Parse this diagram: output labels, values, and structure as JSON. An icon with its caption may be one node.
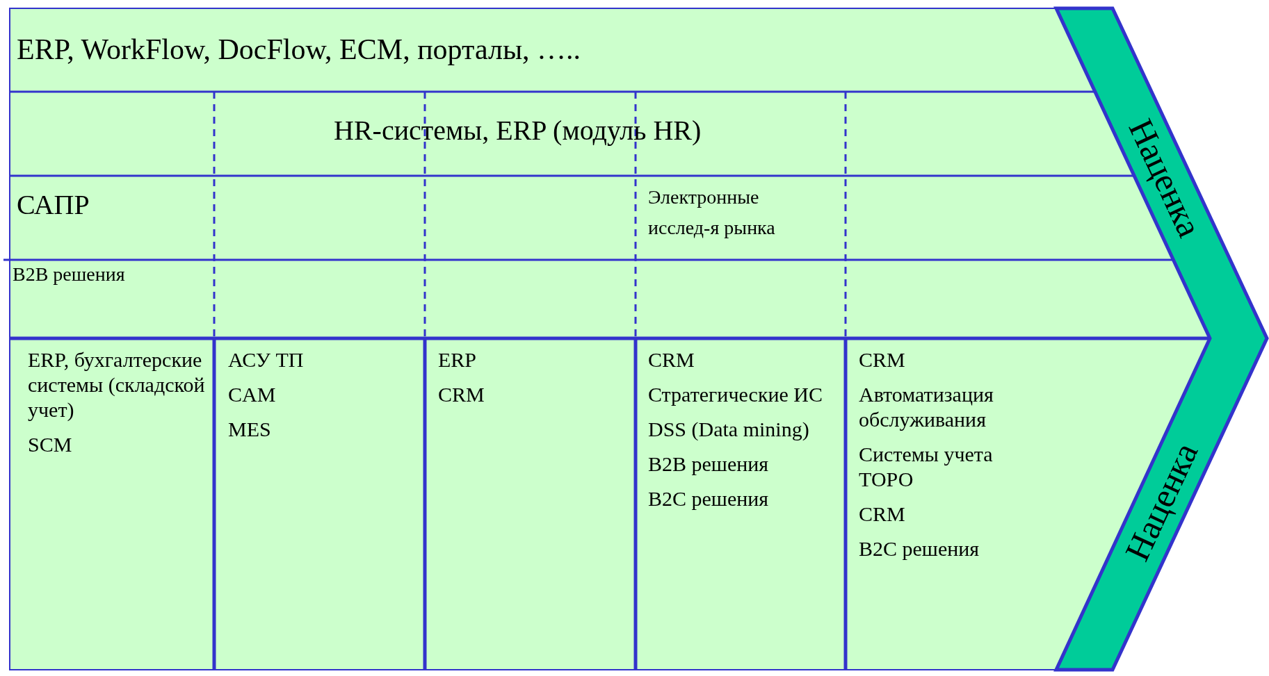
{
  "diagram": {
    "nodes": [
      {
        "text": [
          "ERP, WorkFlow, DocFlow, ECM, порталы, ….."
        ]
      },
      {
        "text": [
          "HR-системы, ERP (модуль HR)"
        ]
      },
      {
        "text": [
          "САПР"
        ]
      },
      {
        "text": [
          "Электронные исслед-я рынка"
        ]
      },
      {
        "text": [
          "B2B решения"
        ]
      },
      {
        "text": [
          "ERP, бухгалтерские системы (складской учет)",
          "SCM"
        ]
      },
      {
        "text": [
          "АСУ ТП",
          "CAM",
          "MES"
        ]
      },
      {
        "text": [
          "ERP",
          "CRM"
        ]
      },
      {
        "text": [
          "CRM",
          "Стратегические ИС",
          "DSS (Data mining)",
          "B2B решения",
          "B2C решения"
        ]
      },
      {
        "text": [
          "CRM",
          "Автоматизация обслуживания",
          "Системы учета ТОРО",
          "CRM",
          "B2C решения"
        ]
      },
      {
        "text": [
          "Наценка",
          "Наценка"
        ]
      }
    ]
  }
}
